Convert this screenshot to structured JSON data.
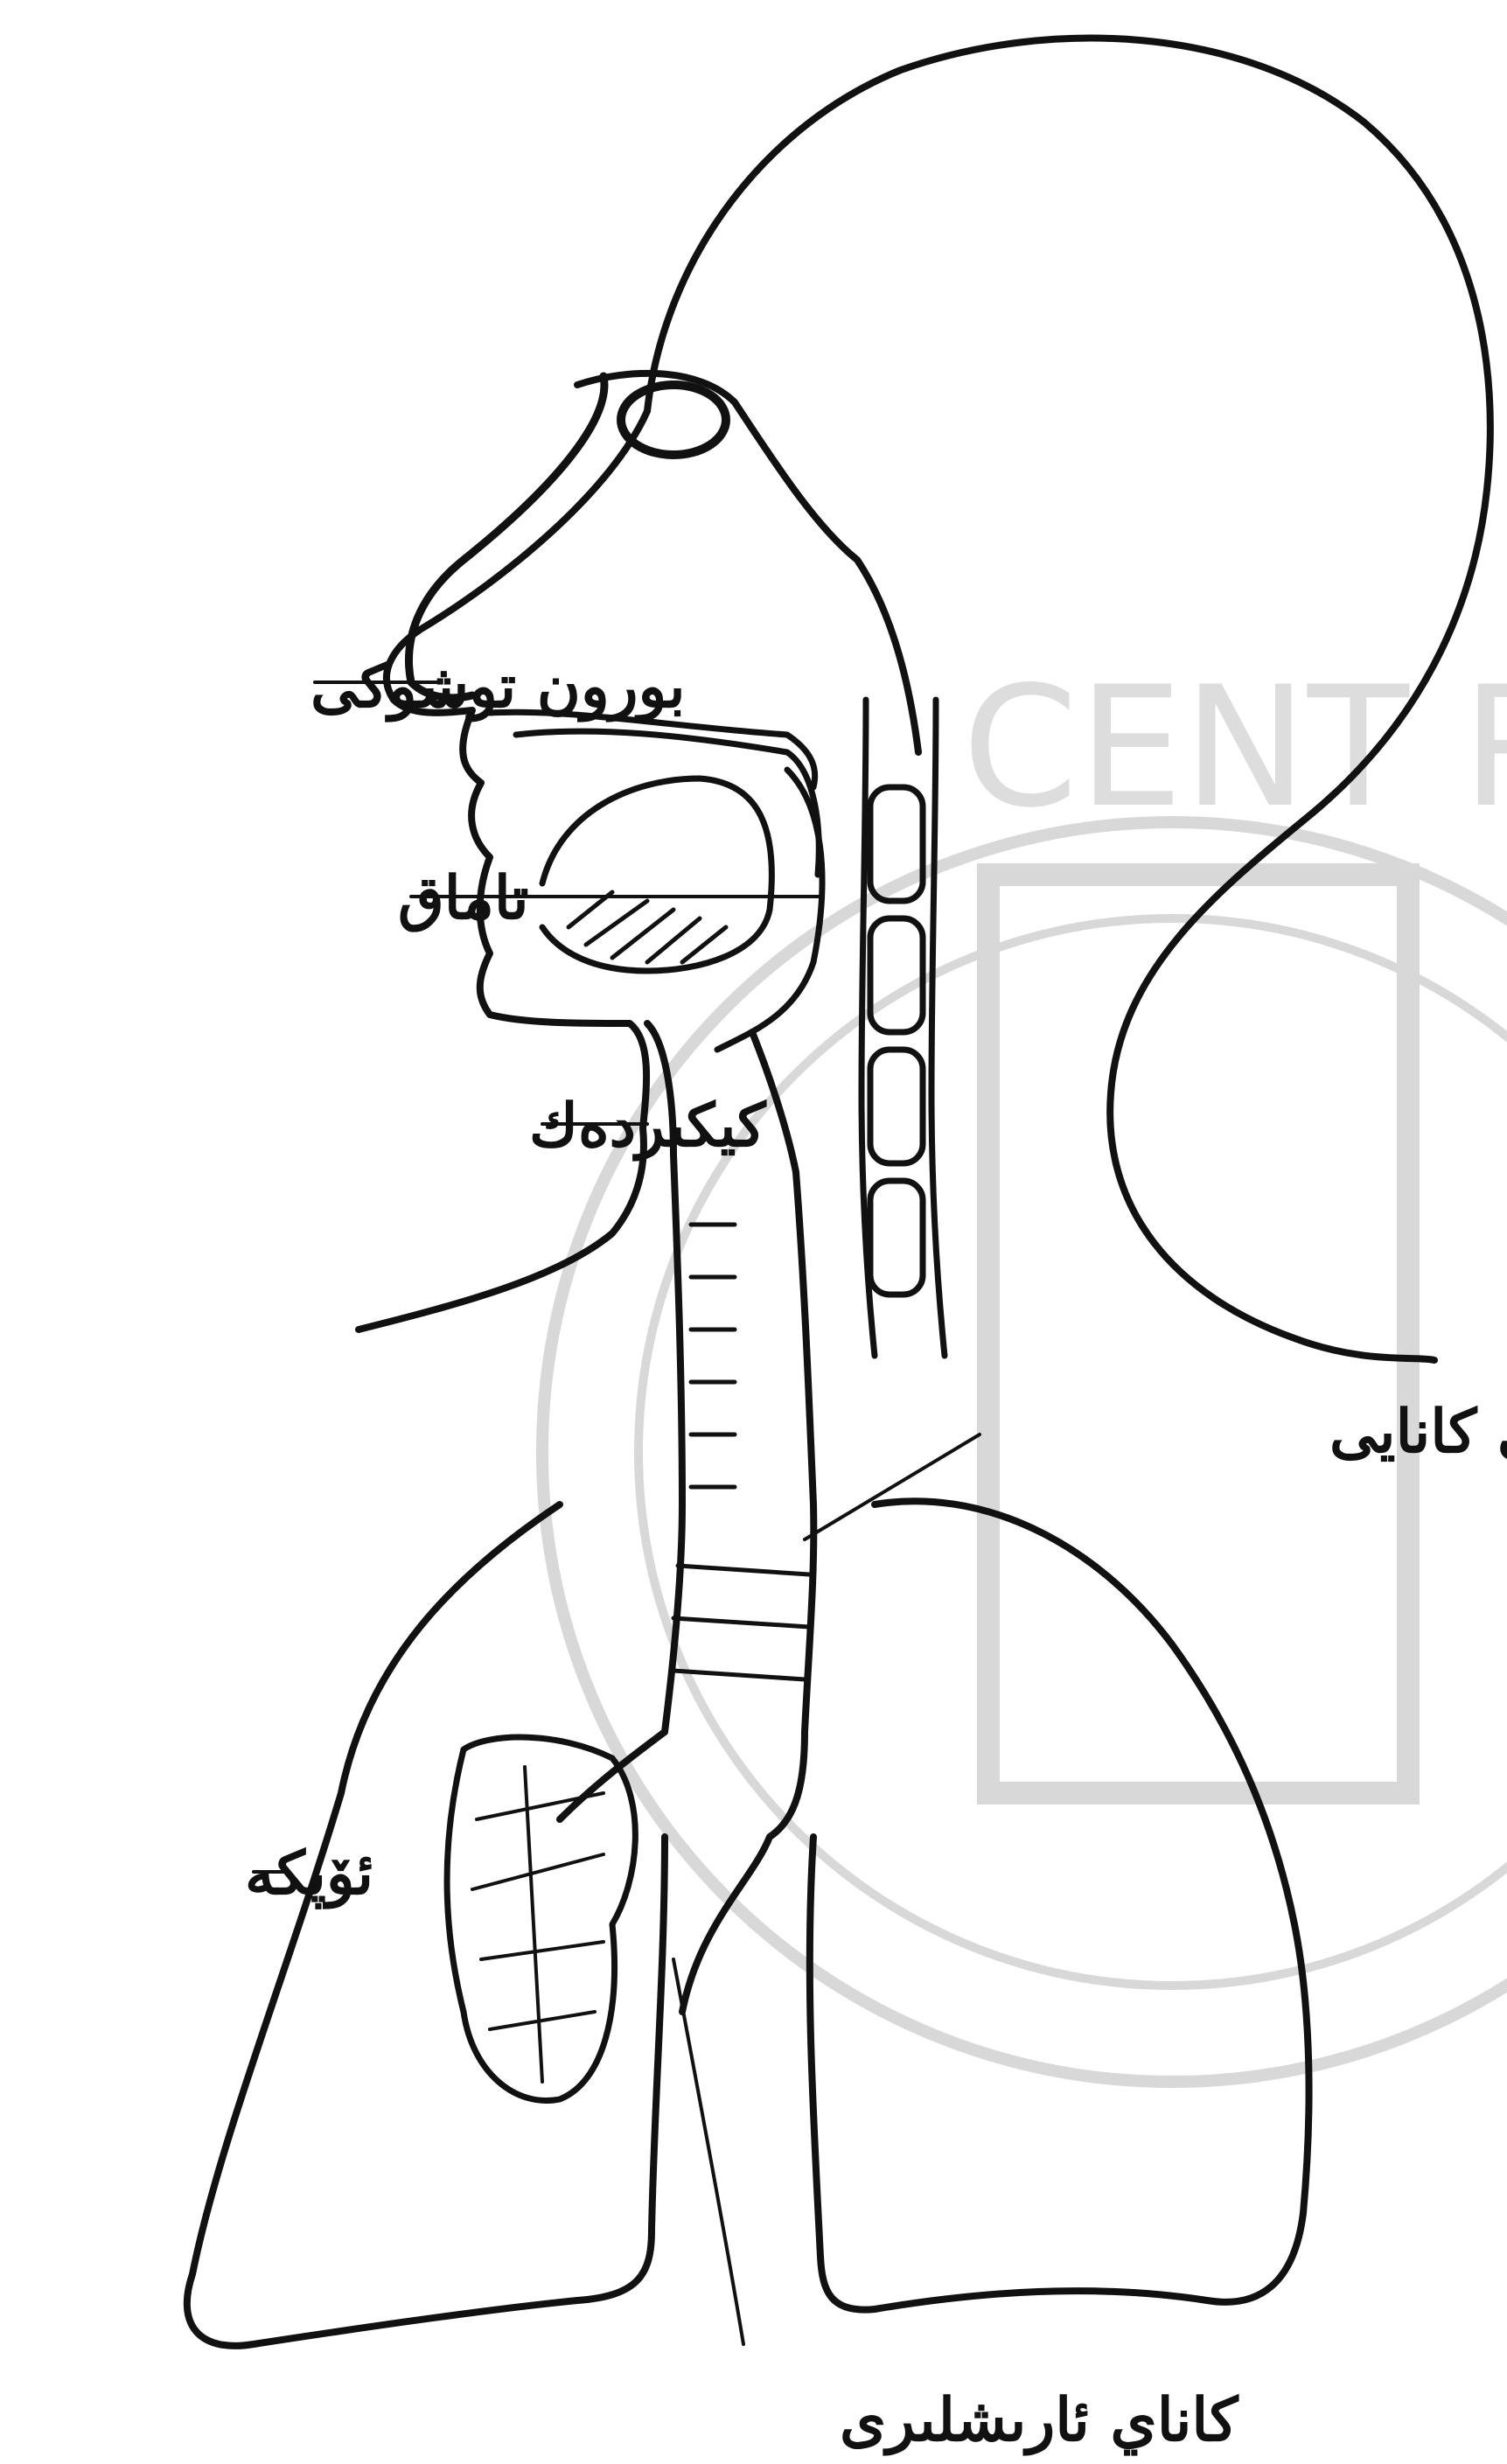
{
  "labels": {
    "nasal_cavity": "بورون توشوكى",
    "palate": "تاماق",
    "larynx": "كيكىردەك",
    "trachea": "مەركىزى كانايى",
    "lung": "ئۆپكە",
    "bronchi": "كاناي ئارىشلىرى"
  },
  "watermark": {
    "text": "CENT RO"
  },
  "colors": {
    "ink": "#111111",
    "paper": "#ffffff",
    "watermark": "#d8d8d8"
  }
}
